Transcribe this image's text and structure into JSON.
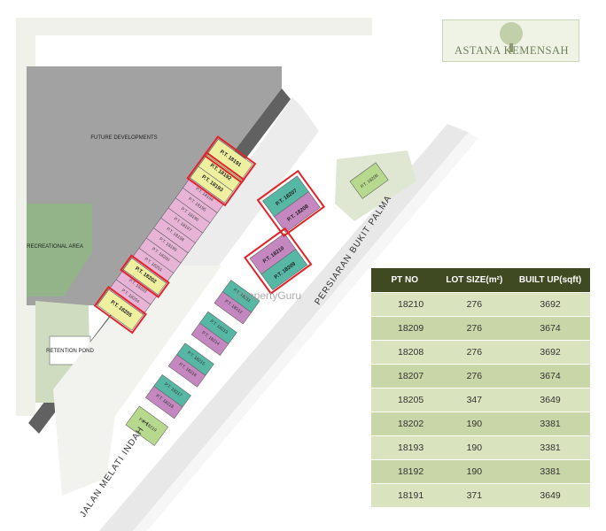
{
  "logo": {
    "text": "ASTANA KEMENSAH"
  },
  "map": {
    "future_developments": "FUTURE DEVELOPMENTS",
    "recreational_area": "RECREATIONAL AREA",
    "retention_pond": "RETENTION POND",
    "road_persiaran": "PERSIARAN BUKIT PALMA",
    "road_jalan": "JALAN MELATI INDAH 1",
    "watermark": "PropertyGuru",
    "lots": {
      "l18191": "P.T. 18191",
      "l18192": "P.T. 18192",
      "l18193": "P.T. 18193",
      "l18194": "P.T. 18194",
      "l18195": "P.T. 18195",
      "l18196": "P.T. 18196",
      "l18197": "P.T. 18197",
      "l18198": "P.T. 18198",
      "l18199": "P.T. 18199",
      "l18200": "P.T. 18200",
      "l18201": "P.T. 18201",
      "l18202": "P.T. 18202",
      "l18203": "P.T. 18203",
      "l18204": "P.T. 18204",
      "l18205": "P.T. 18205",
      "l18206": "P.T. 18206",
      "l18207": "P.T. 18207",
      "l18208": "P.T. 18208",
      "l18209": "P.T. 18209",
      "l18210": "P.T. 18210",
      "l18211": "P.T. 18211",
      "l18212": "P.T. 18212",
      "l18213": "P.T. 18213",
      "l18214": "P.T. 18214",
      "l18215": "P.T. 18215",
      "l18216": "P.T. 18216",
      "l18217": "P.T. 18217",
      "l18218": "P.T. 18218",
      "l18219": "P.T. 18219"
    }
  },
  "colors": {
    "highlight": "#e0242a",
    "yellow_lot": "#eef0a0",
    "pink_lot": "#e7b4d7",
    "teal_lot": "#55b7a4",
    "purple_lot": "#c487bf",
    "green_lot": "#b7d98d",
    "table_header": "#3f4a23"
  },
  "table": {
    "headers": {
      "pt_no": "PT NO",
      "lot_size": "LOT SIZE(m²)",
      "built_up": "BUILT UP(sqft)"
    },
    "rows": [
      {
        "pt": "18210",
        "lot": "276",
        "built": "3692"
      },
      {
        "pt": "18209",
        "lot": "276",
        "built": "3674"
      },
      {
        "pt": "18208",
        "lot": "276",
        "built": "3692"
      },
      {
        "pt": "18207",
        "lot": "276",
        "built": "3674"
      },
      {
        "pt": "18205",
        "lot": "347",
        "built": "3649"
      },
      {
        "pt": "18202",
        "lot": "190",
        "built": "3381"
      },
      {
        "pt": "18193",
        "lot": "190",
        "built": "3381"
      },
      {
        "pt": "18192",
        "lot": "190",
        "built": "3381"
      },
      {
        "pt": "18191",
        "lot": "371",
        "built": "3649"
      }
    ]
  }
}
